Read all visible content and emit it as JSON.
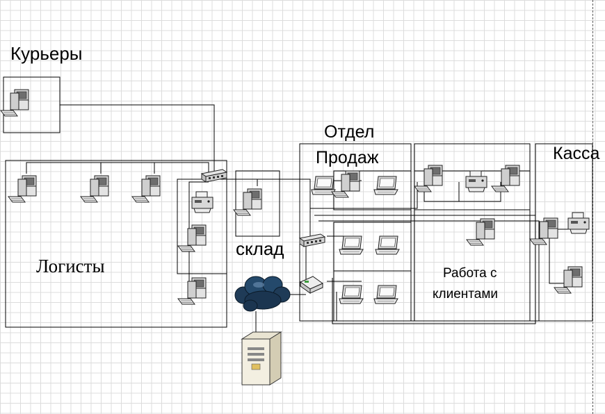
{
  "labels": {
    "couriers": "Курьеры",
    "logists": "Логисты",
    "warehouse": "склад",
    "sales_line1": "Отдел",
    "sales_line2": "Продаж",
    "cash_desk": "Касса",
    "client_work_line1": "Работа с",
    "client_work_line2": "клиентами"
  },
  "colors": {
    "grid": "#dcdcdc",
    "line": "#000000",
    "cloud": "#1f3b57",
    "device_body": "#e8e8e8"
  },
  "icons": [
    "desktop-pc-icon",
    "laptop-icon",
    "printer-icon",
    "network-switch-icon",
    "router-icon",
    "cloud-icon",
    "server-icon"
  ]
}
